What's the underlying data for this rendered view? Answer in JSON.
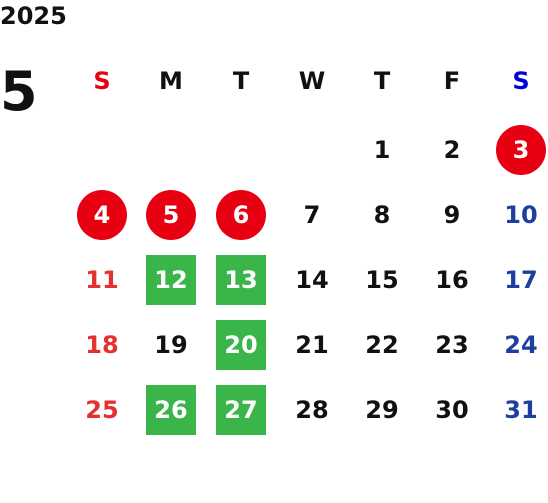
{
  "year": "2025",
  "month": "5",
  "weekday_headers": [
    {
      "label": "S",
      "color": "#e60012"
    },
    {
      "label": "M",
      "color": "#111111"
    },
    {
      "label": "T",
      "color": "#111111"
    },
    {
      "label": "W",
      "color": "#111111"
    },
    {
      "label": "T",
      "color": "#111111"
    },
    {
      "label": "F",
      "color": "#111111"
    },
    {
      "label": "S",
      "color": "#0000dd"
    }
  ],
  "colors": {
    "holiday_circle": "#e60012",
    "highlight_square": "#39b54a",
    "sunday_text": "#e53030",
    "saturday_text": "#1f3fa0",
    "default_text": "#111111"
  },
  "weeks": [
    [
      {
        "day": ""
      },
      {
        "day": ""
      },
      {
        "day": ""
      },
      {
        "day": ""
      },
      {
        "day": "1",
        "style": "plain"
      },
      {
        "day": "2",
        "style": "plain"
      },
      {
        "day": "3",
        "style": "circle"
      }
    ],
    [
      {
        "day": "4",
        "style": "circle"
      },
      {
        "day": "5",
        "style": "circle"
      },
      {
        "day": "6",
        "style": "circle"
      },
      {
        "day": "7",
        "style": "plain"
      },
      {
        "day": "8",
        "style": "plain"
      },
      {
        "day": "9",
        "style": "plain"
      },
      {
        "day": "10",
        "style": "saturday"
      }
    ],
    [
      {
        "day": "11",
        "style": "sunday"
      },
      {
        "day": "12",
        "style": "square"
      },
      {
        "day": "13",
        "style": "square"
      },
      {
        "day": "14",
        "style": "plain"
      },
      {
        "day": "15",
        "style": "plain"
      },
      {
        "day": "16",
        "style": "plain"
      },
      {
        "day": "17",
        "style": "saturday"
      }
    ],
    [
      {
        "day": "18",
        "style": "sunday"
      },
      {
        "day": "19",
        "style": "plain"
      },
      {
        "day": "20",
        "style": "square"
      },
      {
        "day": "21",
        "style": "plain"
      },
      {
        "day": "22",
        "style": "plain"
      },
      {
        "day": "23",
        "style": "plain"
      },
      {
        "day": "24",
        "style": "saturday"
      }
    ],
    [
      {
        "day": "25",
        "style": "sunday"
      },
      {
        "day": "26",
        "style": "square"
      },
      {
        "day": "27",
        "style": "square"
      },
      {
        "day": "28",
        "style": "plain"
      },
      {
        "day": "29",
        "style": "plain"
      },
      {
        "day": "30",
        "style": "plain"
      },
      {
        "day": "31",
        "style": "saturday"
      }
    ]
  ]
}
